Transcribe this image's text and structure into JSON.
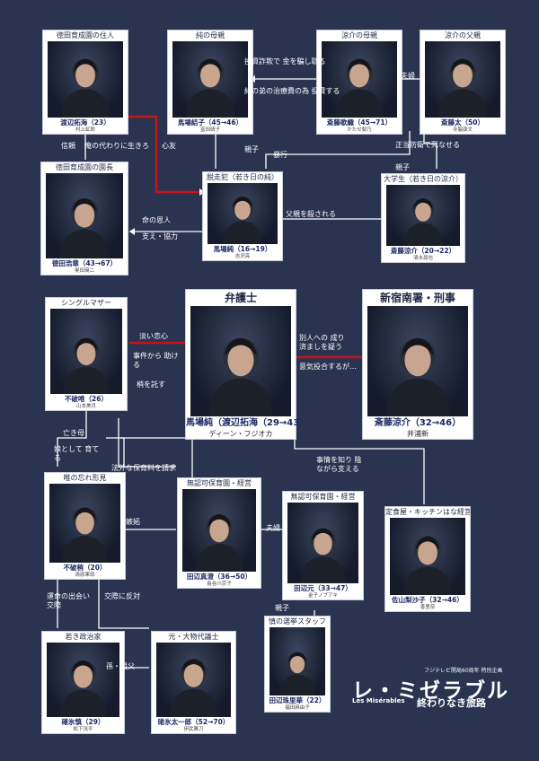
{
  "characters": [
    {
      "role": "徳田育成園の住人",
      "name": "渡辺拓海（23）",
      "actor": "村上虹郎"
    },
    {
      "role": "純の母親",
      "name": "馬場結子（45→46）",
      "actor": "富田靖子"
    },
    {
      "role": "涼介の母親",
      "name": "斎藤歌織（45→71）",
      "actor": "かたせ梨乃"
    },
    {
      "role": "涼介の父親",
      "name": "斎藤太（50）",
      "actor": "寺脇康文"
    },
    {
      "role": "徳田育成園の園長",
      "name": "徳田浩章（43→67）",
      "actor": "奥田瑛二"
    },
    {
      "role": "脱走犯（若き日の純）",
      "name": "馬場純（16→19）",
      "actor": "吉沢亮"
    },
    {
      "role": "大学生（若き日の涼介）",
      "name": "斎藤涼介（20→22）",
      "actor": "清水尋也"
    },
    {
      "role": "シングルマザー",
      "name": "不破唯（26）",
      "actor": "山本美月"
    },
    {
      "role": "弁護士",
      "name": "馬場純（渡辺拓海（29→43）",
      "actor": "ディーン・フジオカ"
    },
    {
      "role": "新宿南署・刑事",
      "name": "斎藤涼介（32→46）",
      "actor": "井浦新"
    },
    {
      "role": "唯の忘れ形見",
      "name": "不破梢（20）",
      "actor": "清原果耶"
    },
    {
      "role": "無認可保育園・経営",
      "name": "田辺真澄（36→50）",
      "actor": "長谷川京子"
    },
    {
      "role": "無認可保育園・経営",
      "name": "田辺元（33→47）",
      "actor": "金子ノブアキ"
    },
    {
      "role": "定食屋・キッチンはな経営",
      "name": "佐山梨沙子（32→46）",
      "actor": "香里奈"
    },
    {
      "role": "若き政治家",
      "name": "確氷慎（29）",
      "actor": "松下洸平"
    },
    {
      "role": "元・大物代議士",
      "name": "碓氷太一郎（52→70）",
      "actor": "伊武雅刀"
    },
    {
      "role": "慎の選挙スタッフ",
      "name": "田辺珠里華（22）",
      "actor": "福田麻由子"
    }
  ],
  "relations": [
    "投資詐欺で 金を騙し取る",
    "純の弟の治療費の為 投資する",
    "夫婦",
    "親子",
    "暴行",
    "正当防衛で死なせる",
    "親子",
    "信頼",
    "俺の代わりに生きろ",
    "心友",
    "命の恩人",
    "支え・協力",
    "父親を殺される",
    "淡い恋心",
    "事件から 助ける",
    "梢を託す",
    "別人への 成り済ましを疑う",
    "意気投合するが…",
    "亡き母",
    "娘として 育てる",
    "法外な保育料を請求",
    "事情を知り 陰ながら支える",
    "嫉妬",
    "夫婦",
    "運命の出会い 交際",
    "交際に反対",
    "親子",
    "孫・祖父"
  ],
  "logo": {
    "subtitle": "フジテレビ開局60周年 特別企画",
    "title": "レ・ミゼラブル",
    "title_en": "Les Misérables",
    "title_ja": "終わりなき旅路"
  },
  "colors": {
    "background": "#2a3350",
    "highlight_line": "#c4141c",
    "line": "#ffffff",
    "name_text": "#1c2a63"
  }
}
